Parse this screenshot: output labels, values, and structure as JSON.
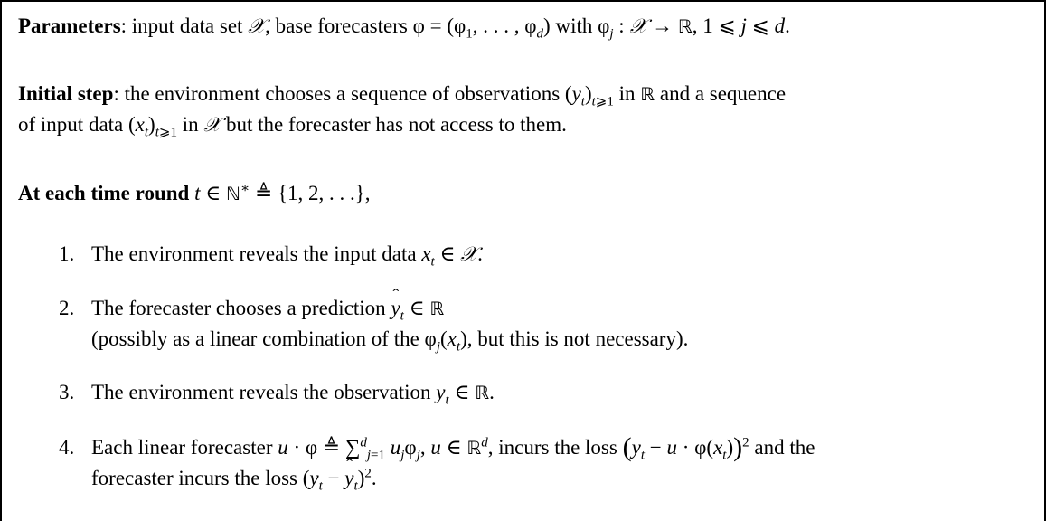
{
  "parameters": {
    "label": "Parameters",
    "text": ": input data set 𝒳, base forecasters φ = (φ₁, . . . , φ_d) with φ_j : 𝒳 → ℝ, 1 ⩽ j ⩽ d."
  },
  "initial_step": {
    "label": "Initial step",
    "line1": ": the environment chooses a sequence of observations (y_t)_{t⩾1} in ℝ and a sequence",
    "line2": "of input data (x_t)_{t⩾1} in 𝒳 but the forecaster has not access to them."
  },
  "time_round": {
    "label": "At each time round",
    "text": "t ∈ ℕ* ≜ {1, 2, . . .},"
  },
  "steps": [
    {
      "num": "1.",
      "line1": "The environment reveals the input data x_t ∈ 𝒳."
    },
    {
      "num": "2.",
      "line1": "The forecaster chooses a prediction ŷ_t ∈ ℝ",
      "line2": "(possibly as a linear combination of the φ_j(x_t), but this is not necessary)."
    },
    {
      "num": "3.",
      "line1": "The environment reveals the observation y_t ∈ ℝ."
    },
    {
      "num": "4.",
      "line1": "Each linear forecaster u·φ ≜ ∑_{j=1}^d u_j φ_j, u ∈ ℝ^d, incurs the loss (y_t − u·φ(x_t))² and the",
      "line2": "forecaster incurs the loss (y_t − ŷ_t)²."
    }
  ]
}
